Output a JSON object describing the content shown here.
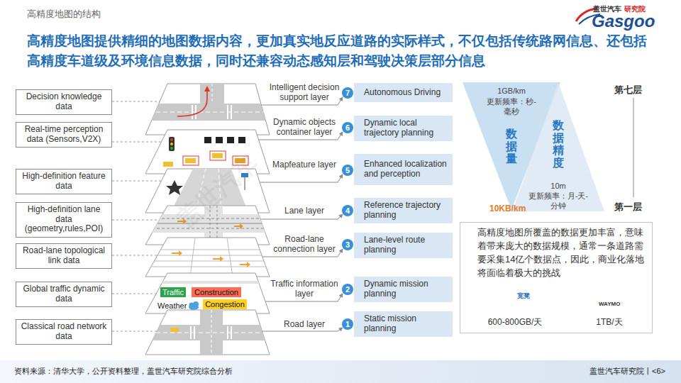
{
  "diagram": {
    "title": "高精度地图的结构",
    "nodes": [
      {
        "text": [
          "Decision knowledge data"
        ]
      },
      {
        "text": [
          "Real-time perception data (Sensors,V2X)"
        ]
      },
      {
        "text": [
          "High-definition feature data"
        ]
      },
      {
        "text": [
          "High-definition lane data (geometry,rules,POI)"
        ]
      },
      {
        "text": [
          "Road-lane topological link data"
        ]
      },
      {
        "text": [
          "Global traffic dynamic data"
        ]
      },
      {
        "text": [
          "Classical road network data"
        ]
      },
      {
        "text": [
          "7"
        ]
      },
      {
        "text": [
          "Autonomous Driving"
        ]
      },
      {
        "text": [
          "6"
        ]
      },
      {
        "text": [
          "Dynamic local trajectory planning"
        ]
      },
      {
        "text": [
          "5"
        ]
      },
      {
        "text": [
          "Enhanced localization and perception"
        ]
      },
      {
        "text": [
          "4"
        ]
      },
      {
        "text": [
          "Reference trajectory planning"
        ]
      },
      {
        "text": [
          "3"
        ]
      },
      {
        "text": [
          "Lane-level route planning"
        ]
      },
      {
        "text": [
          "2"
        ]
      },
      {
        "text": [
          "Dynamic mission planning"
        ]
      },
      {
        "text": [
          "1"
        ]
      },
      {
        "text": [
          "Static mission planning"
        ]
      },
      {
        "text": [
          "Traffic"
        ]
      },
      {
        "text": [
          "Construction"
        ]
      },
      {
        "text": [
          "Congestion"
        ]
      },
      {
        "text": [
          "1GB/km",
          "更新频率：秒-毫秒",
          "数据量"
        ]
      },
      {
        "text": [
          "数据精度",
          "10m",
          "更新频率：月-天-分钟"
        ]
      },
      {
        "text": [
          "高精度地图所覆盖的数据更加丰富，意味着带来庞大的数据规模，通常一条道路需要采集14亿个数据点，因此，商业化落地将面临着极大的挑战",
          "600-800GB/天",
          "1TB/天"
        ]
      }
    ],
    "labels": [
      "高精度地图提供精细的地图数据内容，更加真实地反应道路的实际样式，不仅包括传统路网信息、还包括高精度车道级及环境信息数据，同时还兼容动态感知层和驾驶决策层部分信息",
      "盖世汽车",
      "研究院",
      "Gasgoo",
      "Intelligent decision support layer",
      "Dynamic objects container layer",
      "Mapfeature layer",
      "Lane layer",
      "Road-lane connection layer",
      "Traffic information layer",
      "Road layer",
      "Weather",
      "10KB/km",
      "第七层",
      "第一层",
      "宽凳",
      "WAYMO",
      "盖世汽车",
      "资料来源：清华大学，公开资料整理，盖世汽车研究院综合分析",
      "盖世汽车研究院丨<6>"
    ]
  }
}
